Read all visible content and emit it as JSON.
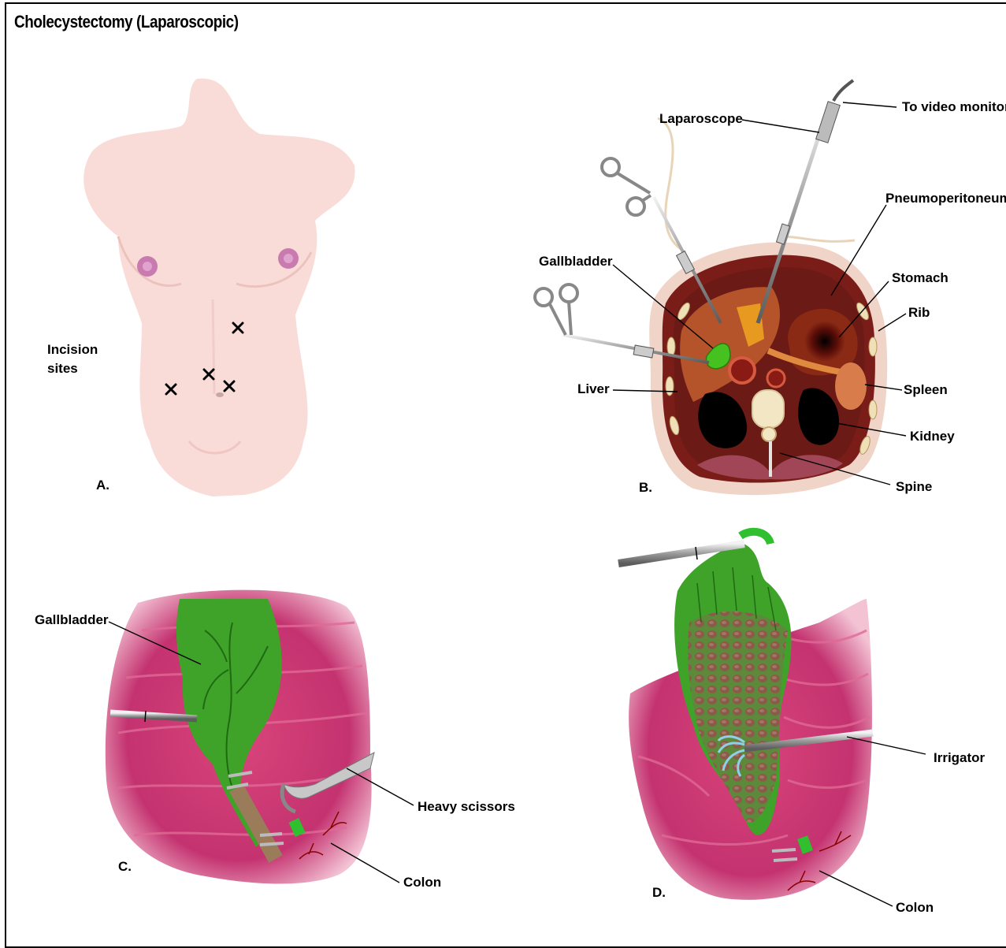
{
  "title": "Cholecystectomy (Laparoscopic)",
  "panels": {
    "a": {
      "letter": "A.",
      "label_line1": "Incision",
      "label_line2": "sites"
    },
    "b": {
      "letter": "B.",
      "labels": {
        "laparoscope": "Laparoscope",
        "video": "To video monitor",
        "pneumo": "Pneumoperitoneum",
        "gallbladder": "Gallbladder",
        "stomach": "Stomach",
        "rib": "Rib",
        "liver": "Liver",
        "spleen": "Spleen",
        "kidney": "Kidney",
        "spine": "Spine"
      }
    },
    "c": {
      "letter": "C.",
      "labels": {
        "gallbladder": "Gallbladder",
        "scissors": "Heavy scissors",
        "colon": "Colon"
      }
    },
    "d": {
      "letter": "D.",
      "labels": {
        "irrigator": "Irrigator",
        "colon": "Colon"
      }
    }
  },
  "colors": {
    "skin": "#f9dcd8",
    "liver": "#b5542a",
    "tissue": "#c0306a",
    "gallbladder": "#3fa32a",
    "section": "#6e1b16"
  }
}
